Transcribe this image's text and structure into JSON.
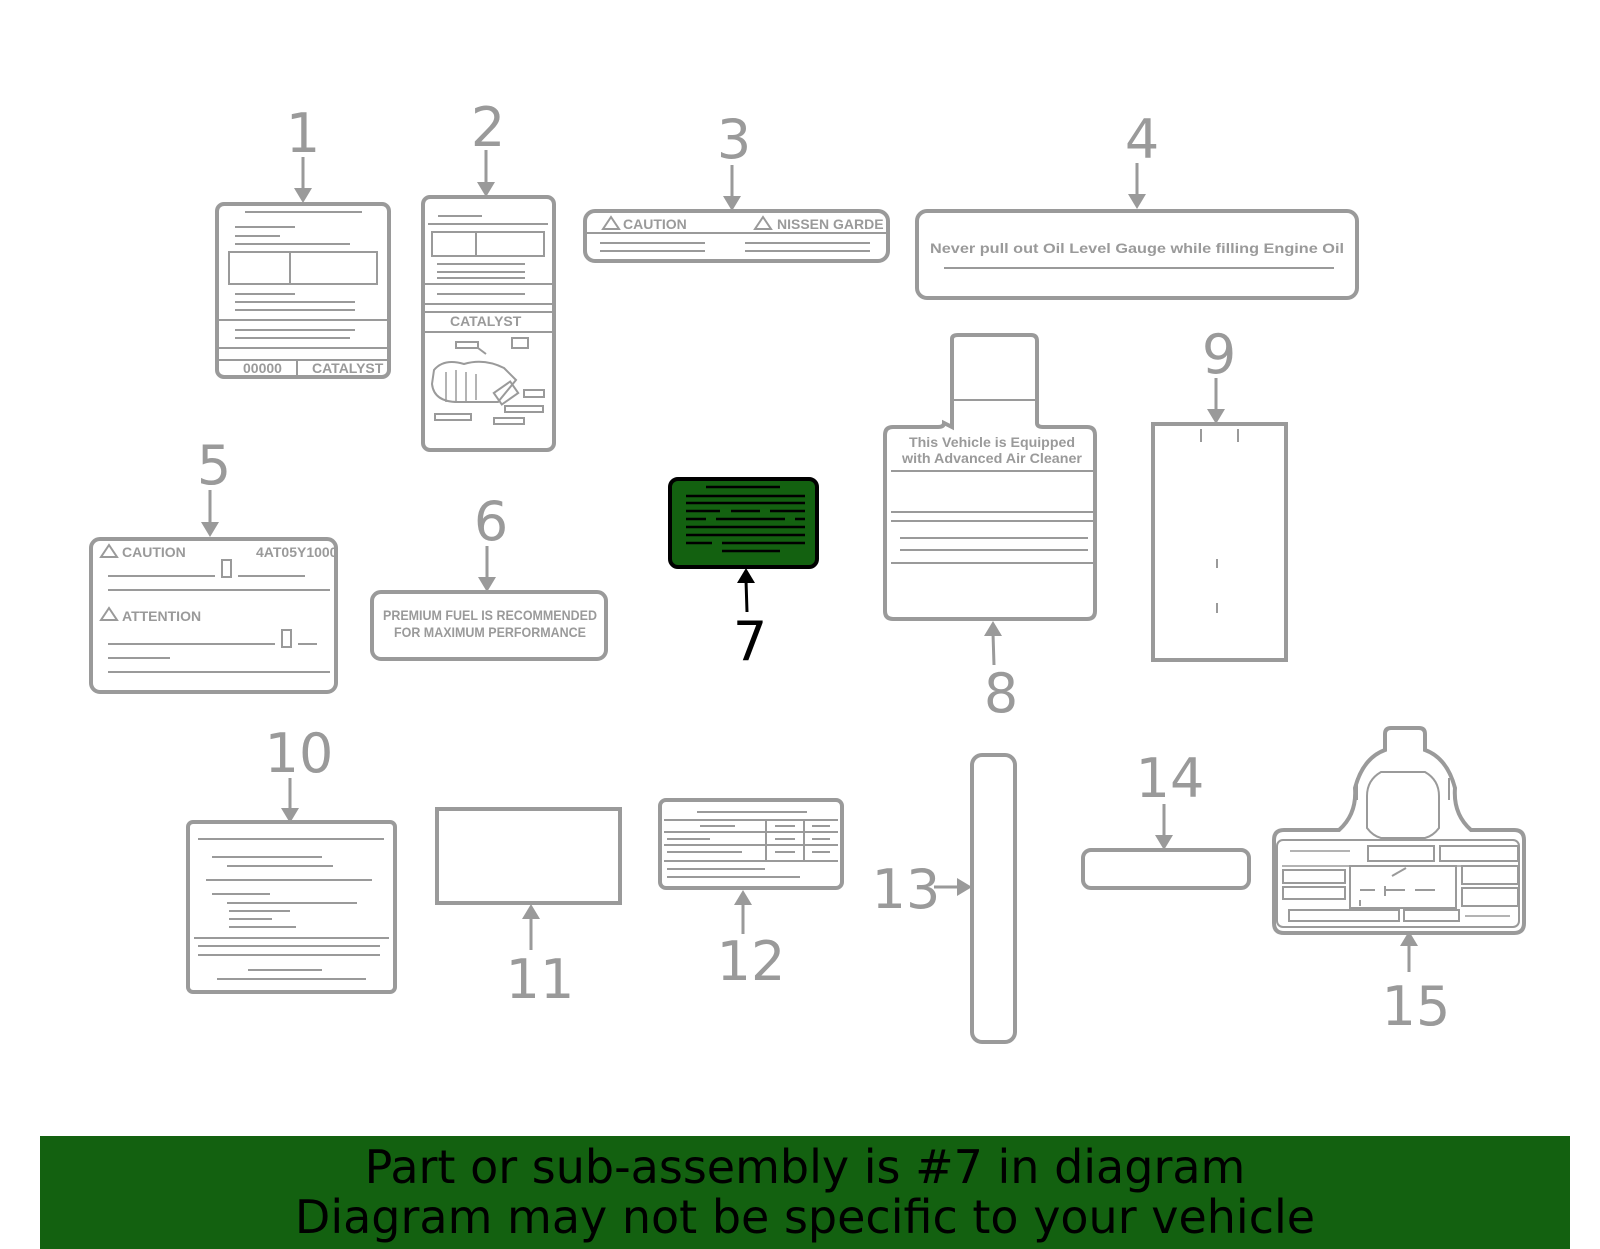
{
  "diagram": {
    "callouts": [
      "1",
      "2",
      "3",
      "4",
      "5",
      "6",
      "7",
      "8",
      "9",
      "10",
      "11",
      "12",
      "13",
      "14",
      "15"
    ],
    "highlight_color": "#136110",
    "label1": {
      "left_code": "00000",
      "right_text": "CATALYST"
    },
    "label2": {
      "text": "CATALYST"
    },
    "label3": {
      "left_text": "CAUTION",
      "right_text": "NISSEN GARDE"
    },
    "label4": {
      "text": "Never pull out Oil Level Gauge while filling Engine Oil"
    },
    "label5": {
      "caution": "CAUTION",
      "code": "4AT05Y1000",
      "attention": "ATTENTION"
    },
    "label6": {
      "line1": "PREMIUM FUEL IS RECOMMENDED",
      "line2": "FOR MAXIMUM PERFORMANCE"
    },
    "label8": {
      "line1": "This Vehicle is Equipped",
      "line2": "with Advanced Air Cleaner"
    }
  },
  "banner": {
    "line1": "Part or sub-assembly is #7 in diagram",
    "line2": "Diagram may not be specific to your vehicle"
  }
}
